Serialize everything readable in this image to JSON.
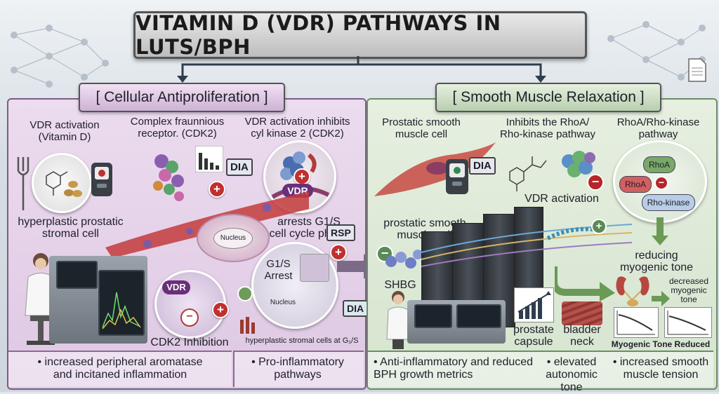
{
  "title": "VITAMIN D (VDR) PATHWAYS IN LUTS/BPH",
  "left": {
    "heading": "[ Cellular Antiproliferation ]",
    "vdr_activation": "VDR activation\n(Vitamin D)",
    "complex_receptor": "Complex fraunnious\nreceptor. (CDK2)",
    "vdr_inhibits": "VDR activation inhibits\ncyl kinase 2 (CDK2)",
    "stromal_cell": "hyperplastic prostatic\nstromal cell",
    "nucleus": "Nucleus",
    "arrests": "arrests G1/S\ncell cycle phase",
    "g1s_arrest": "G1/S\nArrest",
    "nucleus_small": "Nucleus",
    "vdr_tag": "VDR",
    "vdr_tag2": "VDR",
    "cdk2_inhibition": "CDK2 Inhibition",
    "hyperplastic_g1s": "hyperplastic stromal cells at G₁/S",
    "dia1": "DIA",
    "rsp": "RSP",
    "dia2": "DIA",
    "footer_a": "• increased peripheral aromatase\nand incitaned inflammation",
    "footer_b": "• Pro-inflammatory\npathways"
  },
  "right": {
    "heading": "[ Smooth Muscle Relaxation ]",
    "smooth_cell": "Prostatic smooth\nmuscle cell",
    "inhibits_rhoa": "Inhibits the RhoA/\nRho-kinase pathway",
    "rhoa_pathway": "RhoA/Rho-kinase\npathway",
    "dia": "DIA",
    "vdr_activation": "VDR activation",
    "rhoa1": "RhoA",
    "rhoa2": "RhoA",
    "rho_kinase": "Rho-kinase",
    "prostatic_smooth": "prostatic smooth\nmuscle cell",
    "shbg": "SHBG",
    "reducing": "reducing\nmyogenic tone",
    "decreased": "decreased\nmyogenic\ntone",
    "prostate_capsule": "prostate\ncapsule",
    "bladder_neck": "bladder\nneck",
    "myogenic_reduced": "Myogenic Tone Reduced",
    "footer_a": "• Anti-inflammatory and reduced\nBPH growth metrics",
    "footer_b": "• elevated\nautonomic tone",
    "footer_c": "• increased smooth\nmuscle tension"
  },
  "colors": {
    "left_panel": "#e4d0e8",
    "right_panel": "#dde9d6",
    "plus": "#c0302f",
    "arrow": "#2f3d4d"
  },
  "icons": [
    "fork-icon",
    "dose-meter-icon",
    "molecule-icon",
    "bar-chart-icon",
    "protein-icon",
    "cell-icon",
    "nucleus-icon",
    "scientist-icon",
    "server-rack-icon",
    "kidney-icon",
    "line-chart-icon",
    "document-icon",
    "network-icon"
  ]
}
